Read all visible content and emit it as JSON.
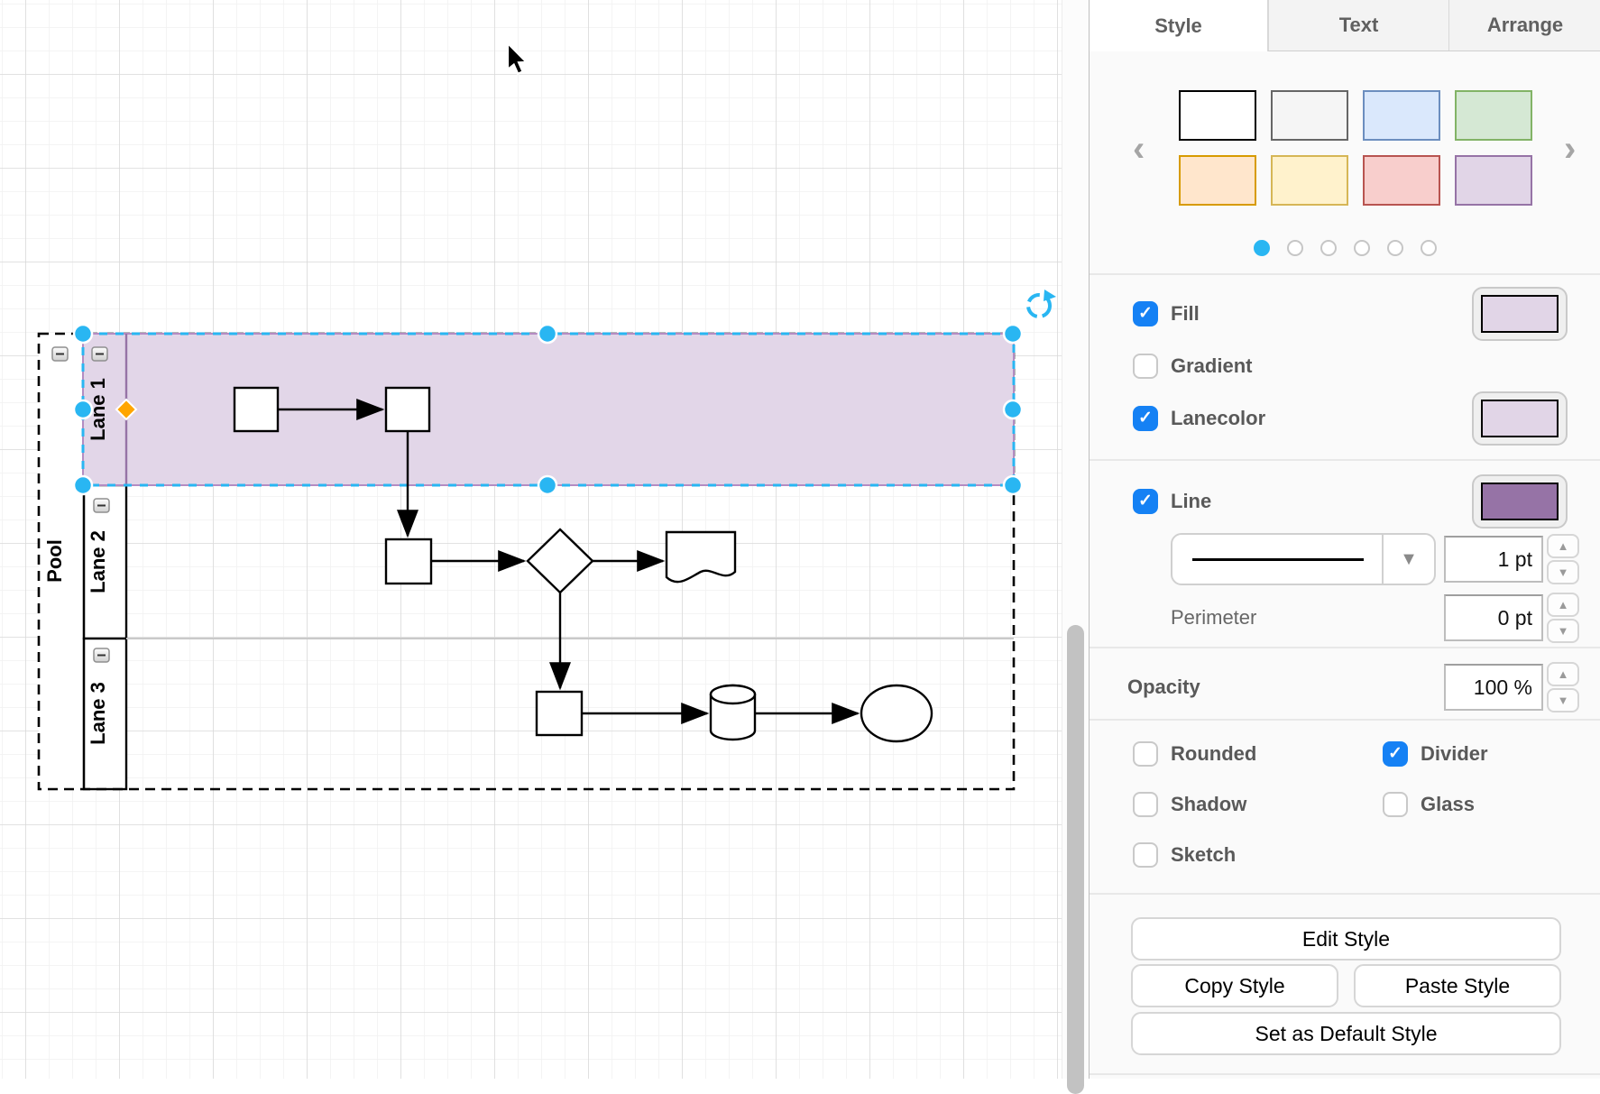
{
  "canvas": {
    "pool_label": "Pool",
    "lanes": [
      {
        "label": "Lane 1",
        "selected": true
      },
      {
        "label": "Lane 2",
        "selected": false
      },
      {
        "label": "Lane 3",
        "selected": false
      }
    ],
    "colors": {
      "lane_fill": "#E1D5E7",
      "lane_stroke": "#9673A6",
      "selection_handle": "#29B6F2",
      "rotate_handle": "#29B6F2",
      "move_diamond": "#FFA500",
      "grid_minor": "#f1f1f1",
      "grid_major": "#dadada"
    }
  },
  "panel": {
    "tabs": [
      {
        "label": "Style",
        "active": true
      },
      {
        "label": "Text",
        "active": false
      },
      {
        "label": "Arrange",
        "active": false
      }
    ],
    "swatches": [
      {
        "name": "white",
        "fill": "#FFFFFF",
        "stroke": "#000000"
      },
      {
        "name": "gray",
        "fill": "#F5F5F5",
        "stroke": "#666666"
      },
      {
        "name": "blue",
        "fill": "#DAE8FC",
        "stroke": "#6C8EBF"
      },
      {
        "name": "green",
        "fill": "#D5E8D4",
        "stroke": "#82B366"
      },
      {
        "name": "orange",
        "fill": "#FFE6CC",
        "stroke": "#D79B00"
      },
      {
        "name": "yellow",
        "fill": "#FFF2CC",
        "stroke": "#D6B656"
      },
      {
        "name": "red",
        "fill": "#F8CECC",
        "stroke": "#B85450"
      },
      {
        "name": "purple",
        "fill": "#E1D5E7",
        "stroke": "#9673A6"
      }
    ],
    "pagination": {
      "count": 6,
      "active_index": 0
    },
    "prev_arrow": "‹",
    "next_arrow": "›",
    "fill": {
      "label": "Fill",
      "checked": true,
      "color": "#E1D5E7"
    },
    "gradient": {
      "label": "Gradient",
      "checked": false
    },
    "lanecolor": {
      "label": "Lanecolor",
      "checked": true,
      "color": "#E1D5E7"
    },
    "line": {
      "label": "Line",
      "checked": true,
      "color": "#9673A6",
      "width_value": "1 pt",
      "perimeter_label": "Perimeter",
      "perimeter_value": "0 pt"
    },
    "opacity": {
      "label": "Opacity",
      "value": "100 %"
    },
    "toggles": [
      {
        "label": "Rounded",
        "checked": false
      },
      {
        "label": "Divider",
        "checked": true
      },
      {
        "label": "Shadow",
        "checked": false
      },
      {
        "label": "Glass",
        "checked": false
      },
      {
        "label": "Sketch",
        "checked": false
      }
    ],
    "buttons": {
      "edit": "Edit Style",
      "copy": "Copy Style",
      "paste": "Paste Style",
      "set_default": "Set as Default Style"
    },
    "checkbox_color": "#1581F4",
    "checkmark": "✓"
  }
}
